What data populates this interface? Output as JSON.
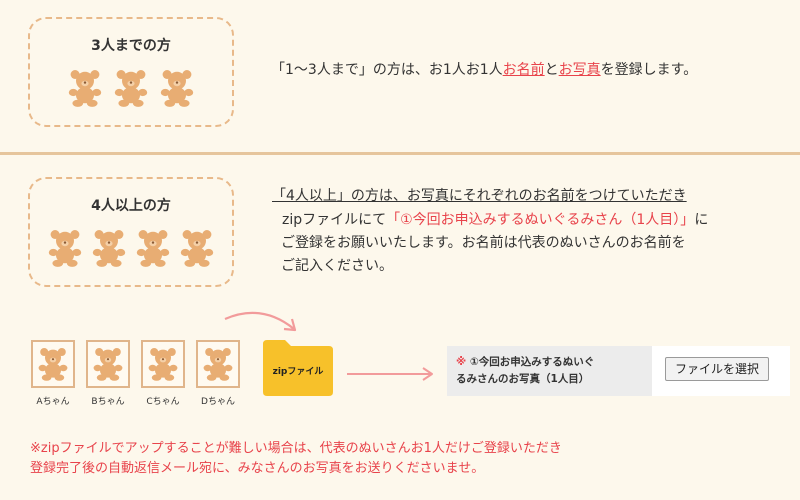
{
  "section1": {
    "box_title": "3人までの方",
    "line_prefix": "「1〜3人まで」の方は、お1人お1人",
    "name_link": "お名前",
    "and": "と",
    "photo_link": "お写真",
    "line_suffix": "を登録します。"
  },
  "section2": {
    "box_title": "4人以上の方",
    "line1": "「4人以上」の方は、お写真にそれぞれのお名前をつけていただき",
    "line2_prefix": "zipファイルにて",
    "line2_red": "「①今回お申込みするぬいぐるみさん（1人目）」",
    "line2_suffix": "に",
    "line3": "ご登録をお願いいたします。お名前は代表のぬいさんのお名前を",
    "line4": "ご記入ください。"
  },
  "bears_labels": [
    "Aちゃん",
    "Bちゃん",
    "Cちゃん",
    "Dちゃん"
  ],
  "zip_folder_label": "zipファイル",
  "upload": {
    "asterisk": "※",
    "label_line1": "①今回お申込みするぬいぐ",
    "label_line2": "るみさんのお写真（1人目）",
    "button": "ファイルを選択"
  },
  "note": {
    "line1": "※zipファイルでアップすることが難しい場合は、代表のぬいさんお1人だけご登録いただき",
    "line2": "登録完了後の自動返信メール宛に、みなさんのお写真をお送りくださいませ。"
  },
  "colors": {
    "bear": "#e8ad73",
    "accent": "#e8434b",
    "border": "#e8b98a",
    "folder": "#f7c12a",
    "arrow": "#f29b9b"
  }
}
